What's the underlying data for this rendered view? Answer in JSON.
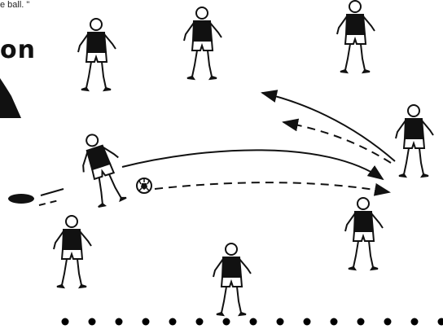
{
  "caption_fragment": "e ball. \"",
  "heading_fragment": "on",
  "colors": {
    "ink": "#111111",
    "paper": "#ffffff",
    "dots": "#000000"
  },
  "elements": {
    "players": 8,
    "ball": "soccer-ball-icon",
    "arrows": [
      "solid-curved-pass-arrow",
      "dashed-pass-arrow",
      "solid-return-arrow",
      "dashed-return-arrow"
    ],
    "cone": "flat-disc-marker",
    "boundary_dots": 15
  }
}
